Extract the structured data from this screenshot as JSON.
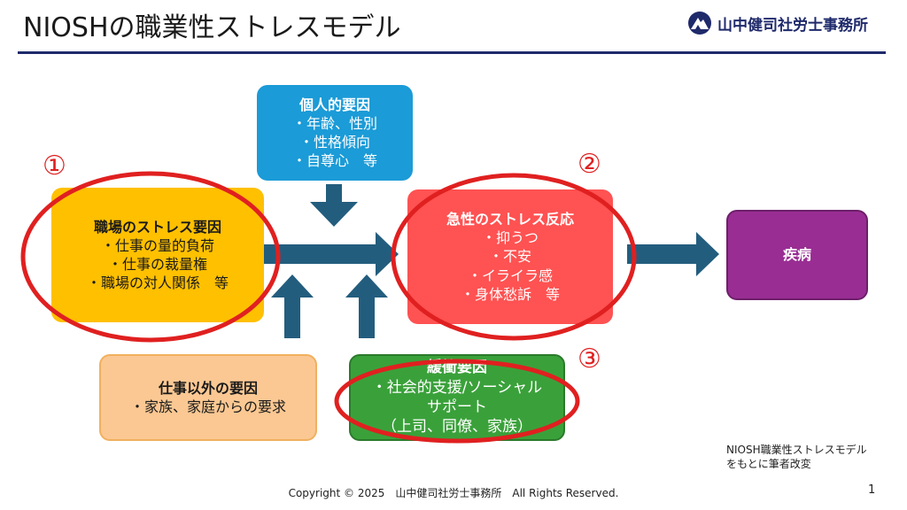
{
  "title": "NIOSHの職業性ストレスモデル",
  "logo": {
    "text": "山中健司社労士事務所"
  },
  "colors": {
    "navy": "#1f2a6b",
    "arrow": "#235d7e",
    "ring": "#e02020",
    "personal": "#1b9bd7",
    "workplace": "#ffc000",
    "acute": "#ff5252",
    "disease": "#992d93",
    "nonwork": "#fbc893",
    "buffer": "#3aa13a"
  },
  "boxes": {
    "personal": {
      "title": "個人的要因",
      "items": [
        "・年齢、性別",
        "・性格傾向",
        "・自尊心　等"
      ]
    },
    "workplace": {
      "title": "職場のストレス要因",
      "items": [
        "・仕事の量的負荷",
        "・仕事の裁量権",
        "・職場の対人関係　等"
      ]
    },
    "acute": {
      "title": "急性のストレス反応",
      "items": [
        "・抑うつ",
        "・不安",
        "・イライラ感",
        "・身体愁訴　等"
      ]
    },
    "disease": {
      "title": "疾病"
    },
    "nonwork": {
      "title": "仕事以外の要因",
      "items": [
        "・家族、家庭からの要求"
      ]
    },
    "buffer": {
      "title": "緩衝要因",
      "items": [
        "・社会的支援/ソーシャル",
        "サポート",
        "（上司、同僚、家族）"
      ]
    }
  },
  "markers": {
    "one": "①",
    "two": "②",
    "three": "③"
  },
  "source_note": {
    "line1": "NIOSH職業性ストレスモデル",
    "line2": "をもとに筆者改変"
  },
  "footer": {
    "copyright": "Copyright © 2025　山中健司社労士事務所　All Rights Reserved.",
    "page": "1"
  }
}
